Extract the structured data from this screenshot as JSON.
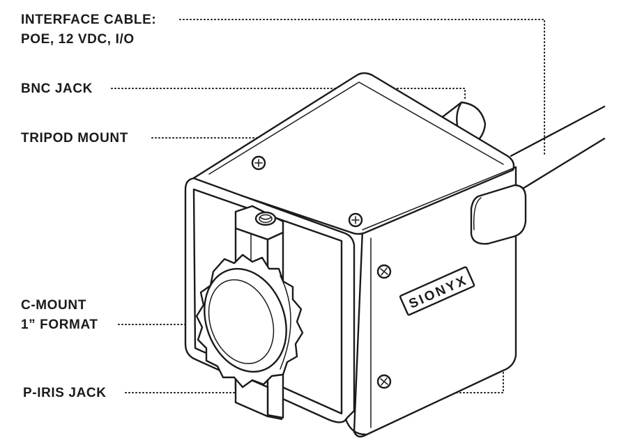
{
  "labels": {
    "interface_cable_line1": "INTERFACE CABLE:",
    "interface_cable_line2": "POE, 12 VDC, I/O",
    "bnc_jack": "BNC JACK",
    "tripod_mount": "TRIPOD MOUNT",
    "c_mount_line1": "C-MOUNT",
    "c_mount_line2": "1” FORMAT",
    "p_iris_jack": "P-IRIS JACK"
  },
  "brand": "SIONYX",
  "colors": {
    "ink": "#1a1a1a",
    "background": "#ffffff"
  }
}
